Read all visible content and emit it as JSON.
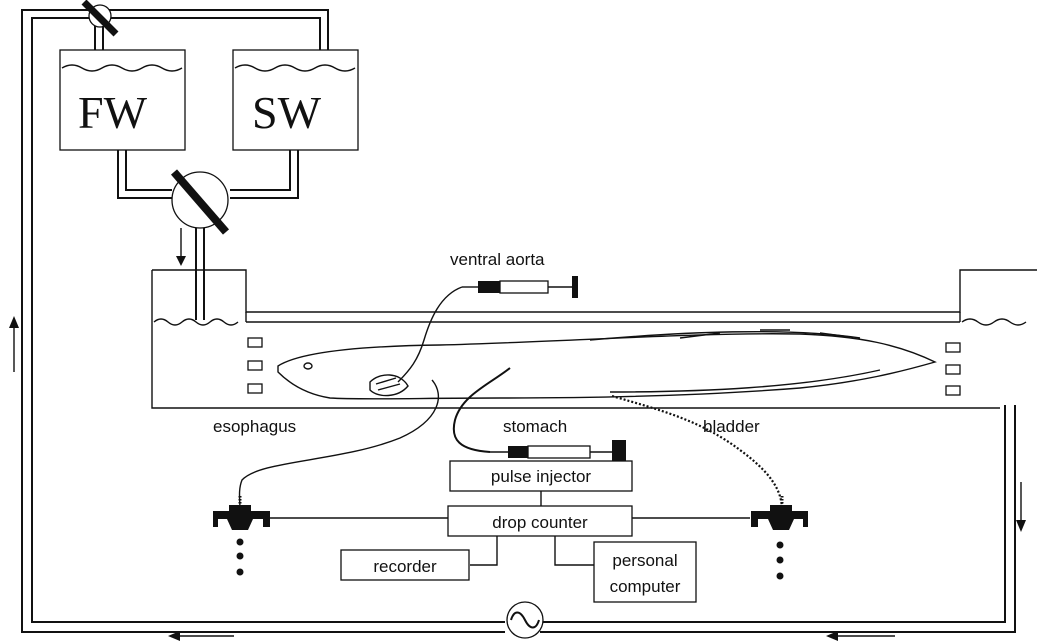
{
  "tanks": {
    "freshwater": "FW",
    "seawater": "SW"
  },
  "labels": {
    "ventral_aorta": "ventral aorta",
    "esophagus": "esophagus",
    "stomach": "stomach",
    "bladder": "bladder"
  },
  "boxes": {
    "pulse_injector": "pulse injector",
    "drop_counter": "drop counter",
    "recorder": "recorder",
    "personal_computer_line1": "personal",
    "personal_computer_line2": "computer"
  },
  "icons": {
    "pump": "ac-pump-icon",
    "valve": "three-way-valve-icon",
    "flow_arrow": "flow-arrow-icon",
    "syringe": "syringe-icon",
    "drop_funnel": "drop-funnel-icon"
  },
  "colors": {
    "ink": "#111111",
    "background": "#ffffff"
  }
}
